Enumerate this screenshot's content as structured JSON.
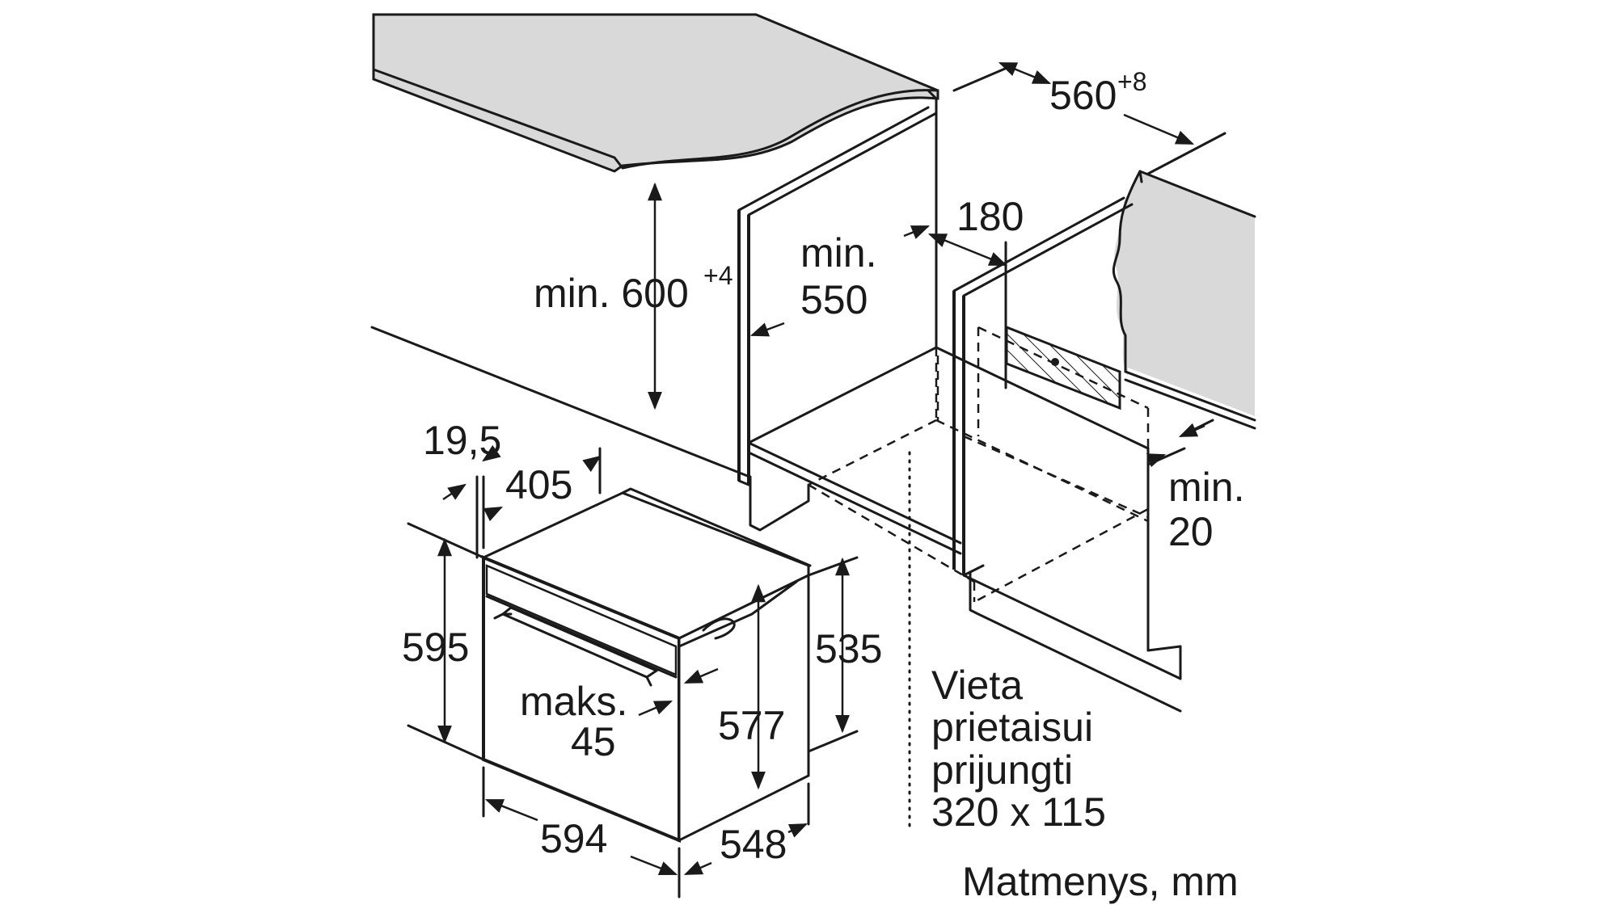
{
  "labels": {
    "dim_560": "560",
    "dim_560_tol": "+8",
    "dim_180": "180",
    "dim_min550_a": "min.",
    "dim_min550_b": "550",
    "dim_min600": "min. 600",
    "dim_min600_tol": "+4",
    "dim_min20_a": "min.",
    "dim_min20_b": "20",
    "dim_19_5": "19,5",
    "dim_405": "405",
    "dim_595": "595",
    "dim_535": "535",
    "dim_577": "577",
    "dim_maks_a": "maks.",
    "dim_maks_b": "45",
    "dim_594": "594",
    "dim_548": "548",
    "note_1": "Vieta",
    "note_2": "prietaisui",
    "note_3": "prijungti",
    "note_4": "320 x 115",
    "units": "Matmenys, mm"
  }
}
